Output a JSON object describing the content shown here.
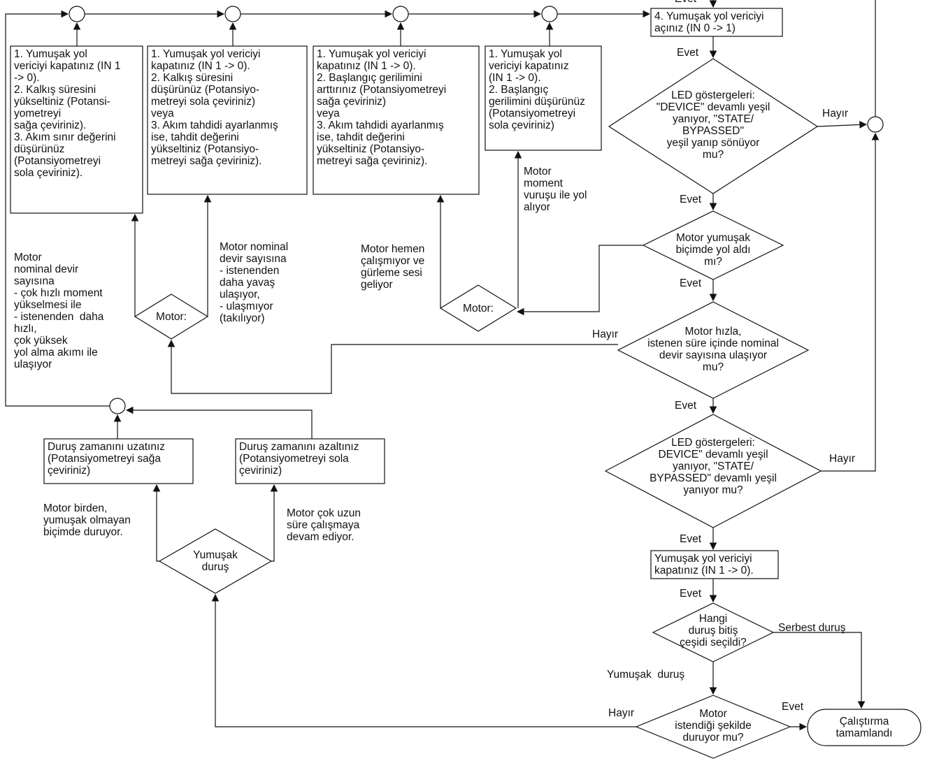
{
  "labels": {
    "evet": "Evet",
    "hayir": "Hayır",
    "serbest_durus": "Serbest duruş",
    "yumusak_durus_branch": "Yumuşak  duruş"
  },
  "boxes": {
    "start": "4. Yumuşak yol vericiyi\naçınız (IN 0 -> 1)",
    "fix1": "1. Yumuşak yol\nvericiyi kapatınız (IN 1\n-> 0).\n2. Kalkış süresini\nyükseltiniz (Potansi-\nyometreyi\nsağa çeviriniz).\n3. Akım sınır değerini\ndüşürünüz\n(Potansiyometreyi\nsola çeviriniz).",
    "fix2": "1. Yumuşak yol vericiyi\nkapatınız (IN 1 -> 0).\n2. Kalkış süresini\ndüşürünüz (Potansiyo-\nmetreyi sola çeviriniz)\nveya\n3. Akım tahdidi ayarlanmış\nise, tahdit değerini\nyükseltiniz (Potansiyo-\nmetreyi sağa çeviriniz).",
    "fix3": "1. Yumuşak yol vericiyi\nkapatınız (IN 1 -> 0).\n2. Başlangıç gerilimini\narttırınız (Potansiyometreyi\nsağa çeviriniz)\nveya\n3. Akım tahdidi ayarlanmış\nise, tahdit değerini\nyükseltiniz (Potansiyo-\nmetreyi sağa çeviriniz).",
    "fix4": "1. Yumuşak yol\nvericiyi kapatınız\n(IN 1 -> 0).\n2. Başlangıç\ngerilimini düşürünüz\n(Potansiyometreyi\nsola çeviriniz)",
    "stop_off": "Yumuşak yol vericiyi\nkapatınız (IN 1 -> 0).",
    "extend": "Duruş zamanını uzatınız\n(Potansiyometreyi sağa\nçeviriniz)",
    "reduce": "Duruş zamanını azaltınız\n(Potansiyometreyi sola\nçeviriniz)",
    "complete": "Çalıştırma\ntamamlandı"
  },
  "decisions": {
    "led1": "LED göstergeleri:\n\"DEVICE\" devamlı yeşil\nyanıyor, \"STATE/\nBYPASSED\"\nyeşil yanıp sönüyor\nmu?",
    "soft_start": "Motor yumuşak\nbiçimde yol aldı\nmı?",
    "fast": "Motor hızla,\nistenen süre içinde nominal\ndevir sayısına ulaşıyor\nmu?",
    "led2": "LED göstergeleri:\nDEVICE\" devamlı yeşil\nyanıyor, \"STATE/\nBYPASSED\" devamlı yeşil\nyanıyor mu?",
    "stop_type": "Hangi\nduruş bitiş\nçeşidi seçildi?",
    "stop_ok": "Motor\nistendiği şekilde\nduruyor mu?",
    "motor_left": "Motor:",
    "motor_right": "Motor:",
    "soft_stop": "Yumuşak\nduruş"
  },
  "notes": {
    "too_fast": "Motor\nnominal devir\nsayısına\n- çok hızlı moment\nyükselmesi ile\n- istenenden  daha\nhızlı,\nçok yüksek\nyol alma akımı ile\nulaşıyor",
    "too_slow": "Motor nominal\ndevir sayısına\n- istenenden\ndaha yavaş\nulaşıyor,\n- ulaşmıyor\n(takılıyor)",
    "no_start": "Motor hemen\nçalışmıyor ve\ngürleme sesi\ngeliyor",
    "jerk": "Motor\nmoment\nvuruşu ile yol\nalıyor",
    "abrupt_stop": "Motor birden,\nyumuşak olmayan\nbiçimde duruyor.",
    "long_run": "Motor çok uzun\nsüre çalışmaya\ndevam ediyor."
  }
}
